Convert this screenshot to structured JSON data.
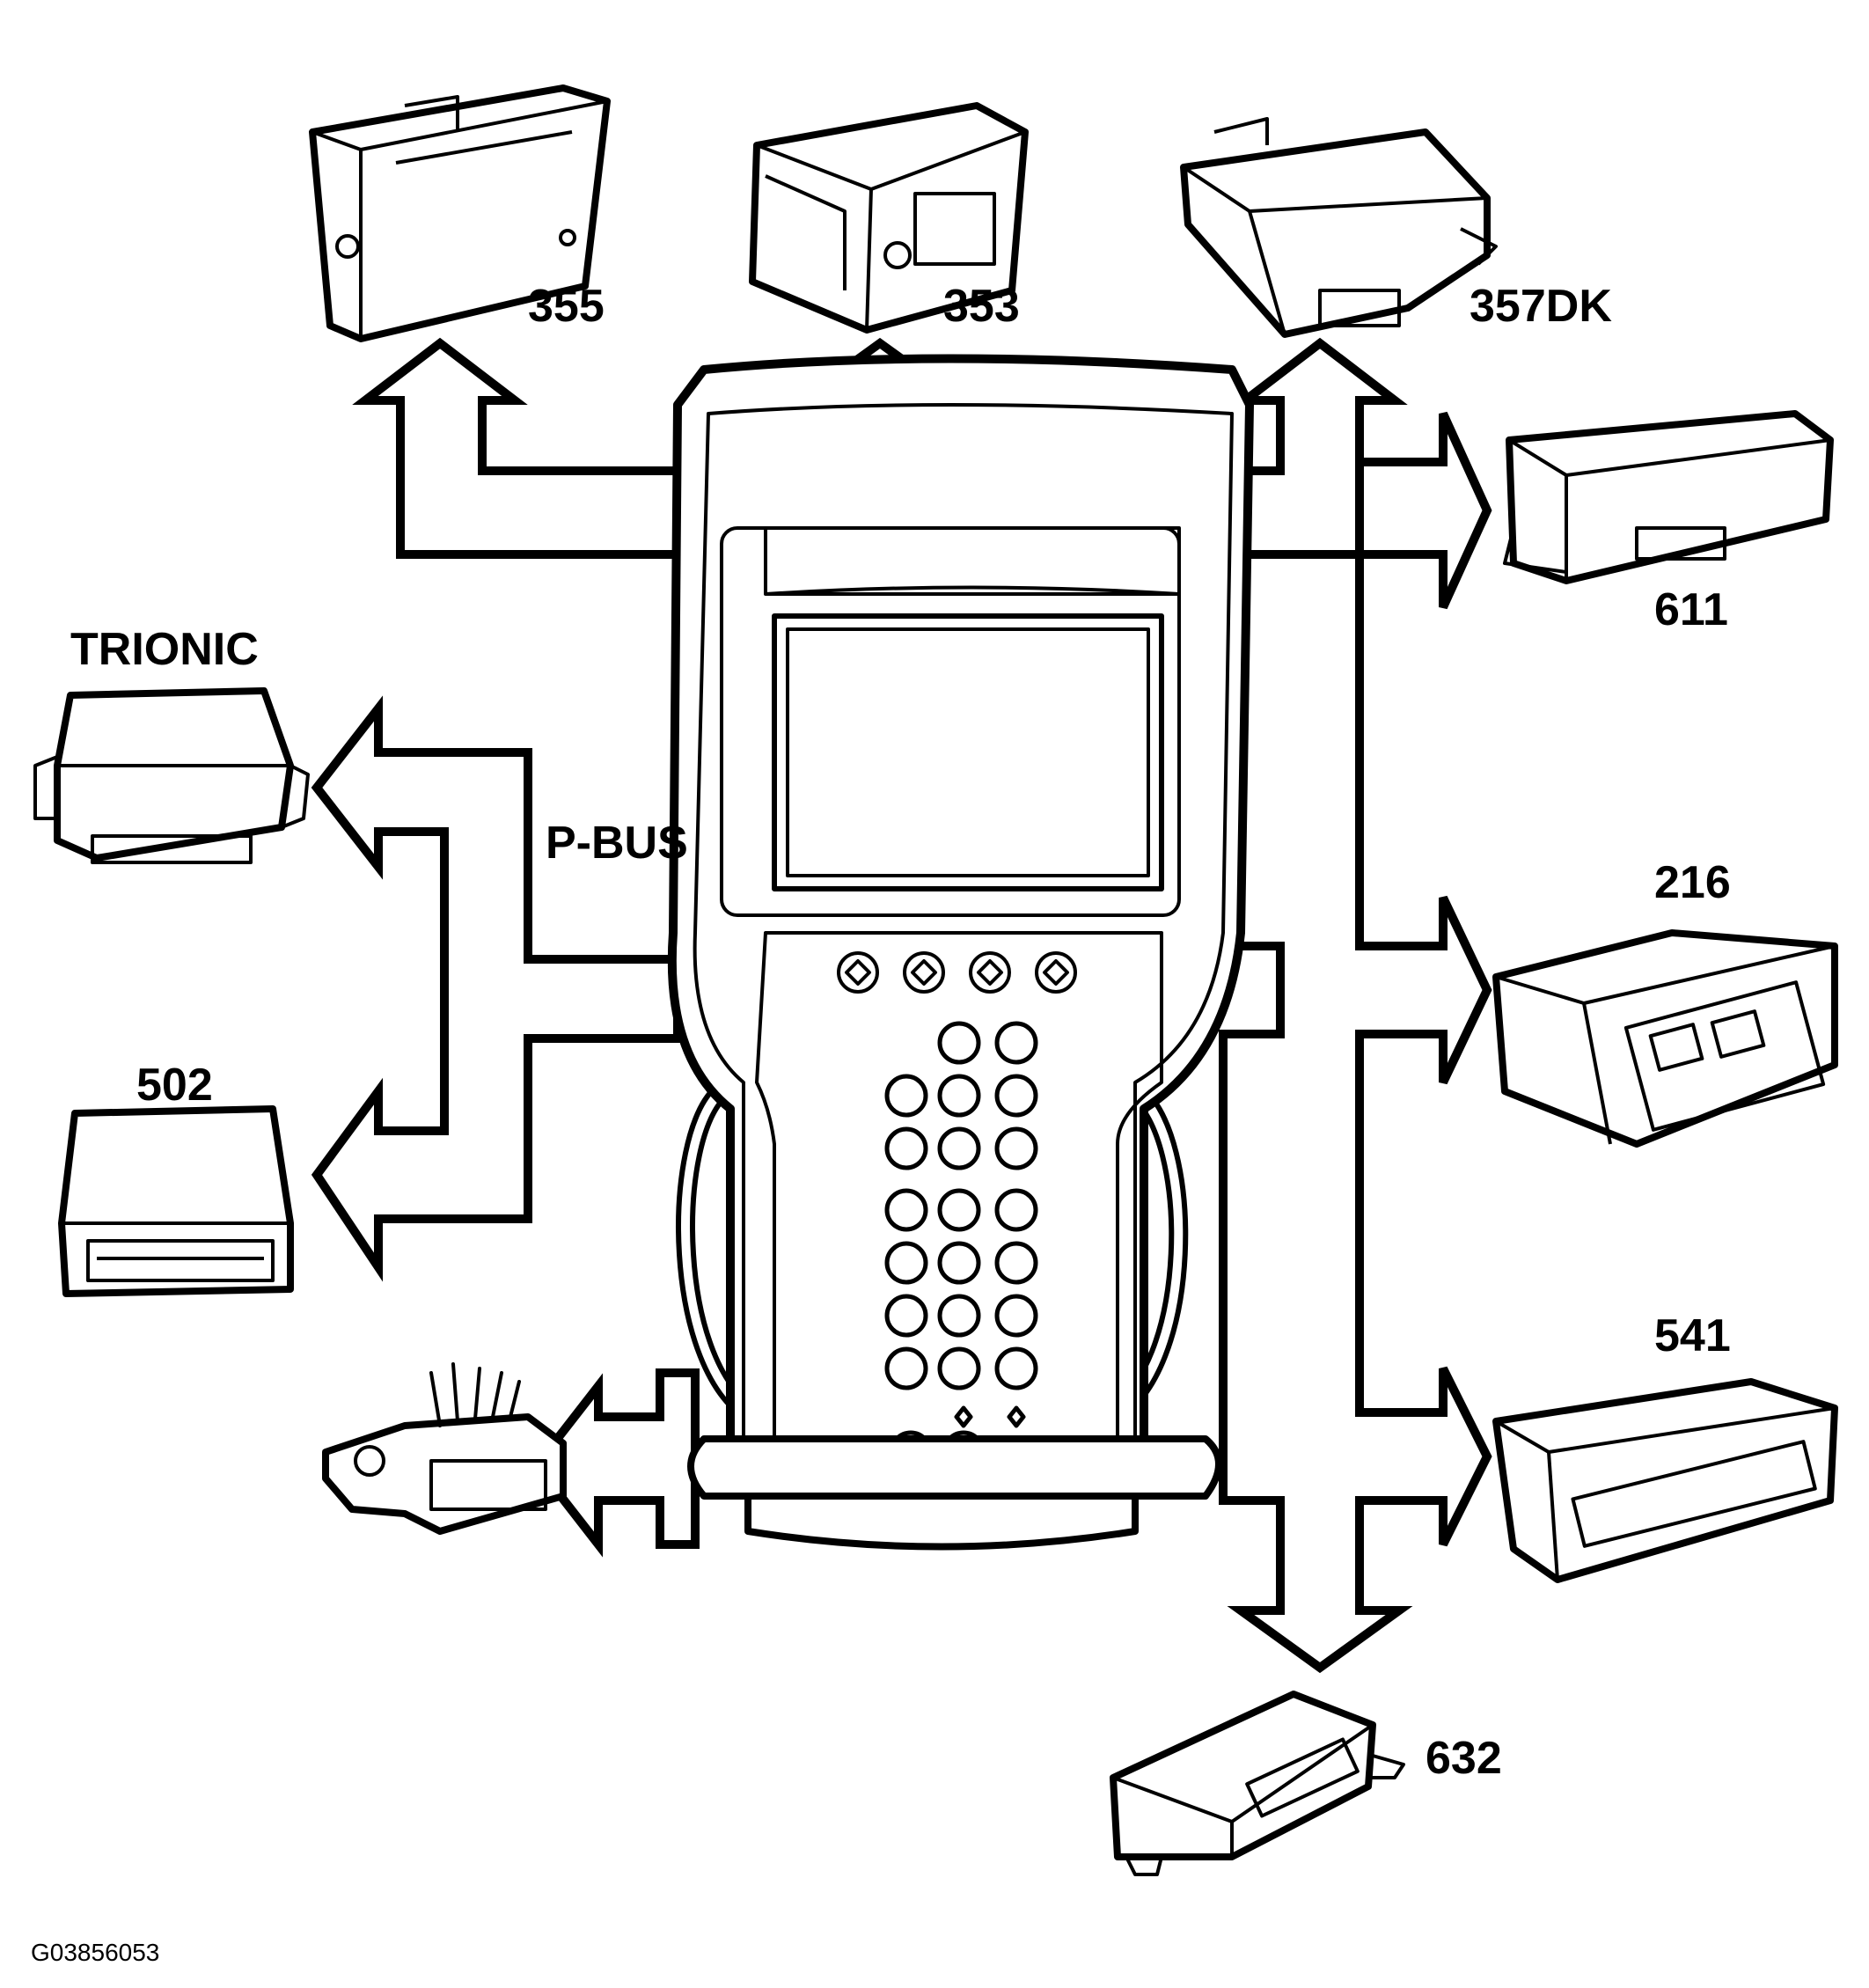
{
  "labels": {
    "m355": "355",
    "m353": "353",
    "m357": "357DK",
    "m611": "611",
    "trionic": "TRIONIC",
    "m216": "216",
    "m502": "502",
    "m541": "541",
    "m632": "632",
    "pbus": "P-BUS",
    "figure_id": "G03856053"
  },
  "icons": {
    "scan_tool": "diagnostic-tool-icon",
    "module": "control-module-icon",
    "connector": "dlc-connector-icon"
  },
  "colors": {
    "line": "#000000",
    "background": "#ffffff"
  }
}
